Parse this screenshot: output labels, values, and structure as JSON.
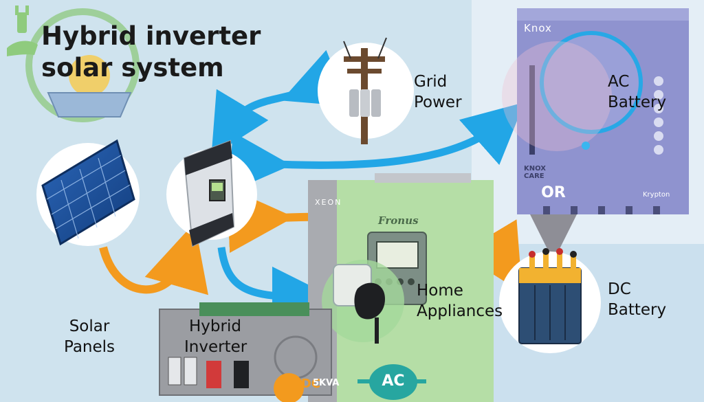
{
  "title": {
    "line1": "Hybrid inverter",
    "line2": "solar system"
  },
  "labels": {
    "grid_power": [
      "Grid",
      "Power"
    ],
    "ac_battery": [
      "AC",
      "Battery"
    ],
    "solar_panels": [
      "Solar",
      "Panels"
    ],
    "hybrid_inverter": [
      "Hybrid",
      "Inverter"
    ],
    "home_appliances": [
      "Home",
      "Appliances"
    ],
    "dc_battery": [
      "DC",
      "Battery"
    ],
    "or_badge": "OR",
    "ac_badge": "AC",
    "dc_badge": "DC"
  },
  "brands": {
    "knox": "Knox",
    "knox_care": [
      "KNOX",
      "CARE"
    ],
    "krypton": "Krypton",
    "xeon": "XEON",
    "fronus": "Fronus",
    "kva": "5KVA"
  },
  "colors": {
    "background": "#cfe3ee",
    "blue_arrow": "#22a6e6",
    "orange_arrow": "#f39a1e",
    "gray_arrow": "#8e8e96",
    "ac_battery_body": "#8f93cf",
    "green_overlay": "#b8e6a6"
  }
}
